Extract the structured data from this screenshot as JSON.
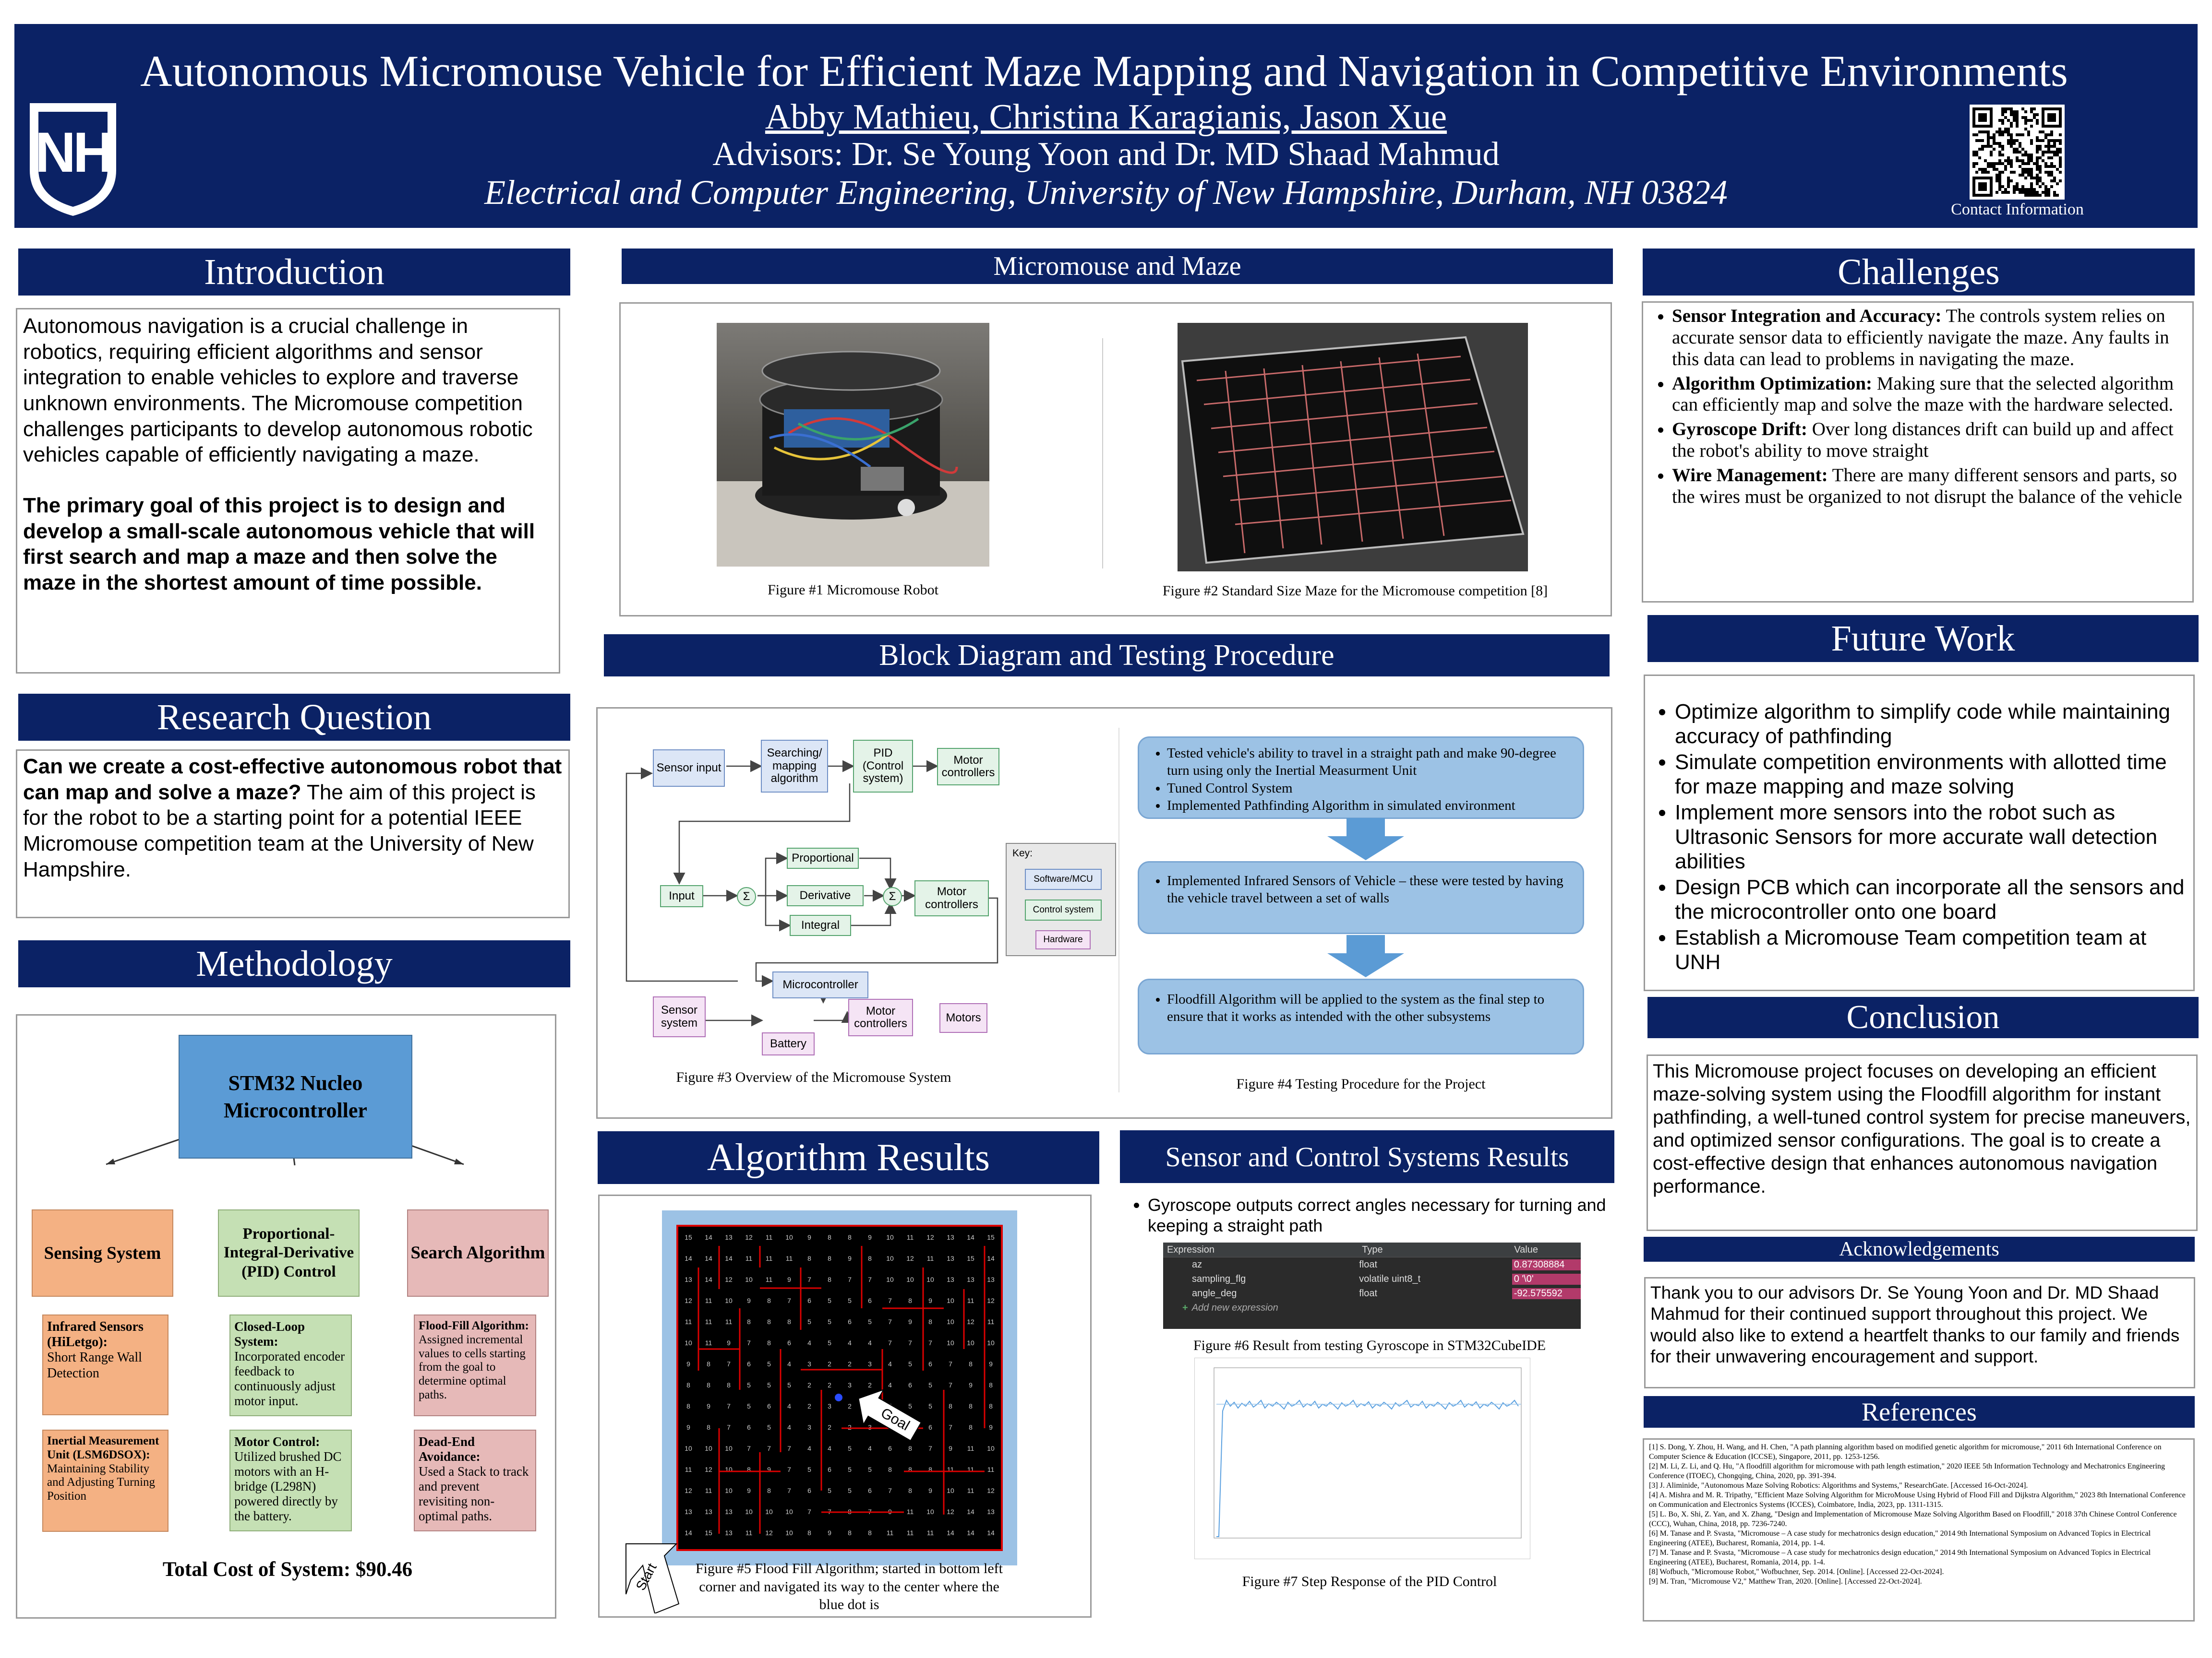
{
  "header": {
    "title": "Autonomous Micromouse Vehicle for Efficient Maze Mapping and Navigation in Competitive Environments",
    "authors": "Abby Mathieu, Christina Karagianis, Jason Xue",
    "advisors": "Advisors: Dr. Se Young Yoon and Dr. MD Shaad Mahmud",
    "affiliation": "Electrical and Computer Engineering, University of New Hampshire, Durham, NH 03824",
    "logo_text": "NH",
    "qr_caption": "Contact Information"
  },
  "introduction": {
    "heading": "Introduction",
    "p1": "Autonomous navigation is a crucial challenge in robotics, requiring efficient algorithms and sensor integration to enable vehicles to explore and traverse unknown environments. The Micromouse competition challenges participants to develop autonomous robotic vehicles capable of efficiently navigating a maze.",
    "p2": "The primary goal of this project is to design and develop a small-scale autonomous vehicle that will first search and map a maze and then solve the maze in the shortest amount of time possible."
  },
  "research": {
    "heading": "Research Question",
    "bold": "Can we create a cost-effective autonomous robot that can map and solve a maze?",
    "rest": "  The aim of this project is for the robot to be a starting point for a potential IEEE Micromouse competition team at the University of New Hampshire."
  },
  "methodology": {
    "heading": "Methodology",
    "top": "STM32 Nucleo Microcontroller",
    "sensing": "Sensing System",
    "pid": "Proportional-Integral-Derivative (PID) Control",
    "search": "Search Algorithm",
    "s1_title": "Infrared Sensors (HiLetgo):",
    "s1_body": "Short Range Wall Detection",
    "s2_title": "Inertial Measurement Unit (LSM6DSOX):",
    "s2_body": "Maintaining Stability and Adjusting Turning Position",
    "p1_title": "Closed-Loop System:",
    "p1_body": "Incorporated encoder feedback to continuously adjust motor input.",
    "p2_title": "Motor Control:",
    "p2_body": "Utilized brushed DC motors with an H-bridge (L298N) powered directly by the battery.",
    "a1_title": "Flood-Fill Algorithm:",
    "a1_body": "Assigned incremental values to cells starting from the goal to determine optimal paths.",
    "a2_title": "Dead-End Avoidance:",
    "a2_body": "Used a Stack to track and prevent revisiting non-optimal paths.",
    "cost": "Total Cost of System: $90.46"
  },
  "micromouse": {
    "heading": "Micromouse and Maze",
    "fig1": "Figure #1  Micromouse Robot",
    "fig2": "Figure #2 Standard Size Maze for the Micromouse competition [8]"
  },
  "block": {
    "heading": "Block Diagram and Testing Procedure",
    "n_sensor_input": "Sensor input",
    "n_search": "Searching/ mapping algorithm",
    "n_pid": "PID (Control system)",
    "n_motor1": "Motor controllers",
    "n_input": "Input",
    "n_prop": "Proportional",
    "n_deriv": "Derivative",
    "n_integ": "Integral",
    "n_motor2": "Motor controllers",
    "n_sigma1": "Σ",
    "n_sigma2": "Σ",
    "n_micro": "Microcontroller",
    "n_sensor_sys": "Sensor system",
    "n_motor3": "Motor controllers",
    "n_motors": "Motors",
    "n_battery": "Battery",
    "key_title": "Key:",
    "key_sw": "Software/MCU",
    "key_ctrl": "Control system",
    "key_hw": "Hardware",
    "fig3": "Figure #3 Overview of the Micromouse System",
    "step1": [
      "Tested vehicle's ability to travel in a straight path and make 90-degree turn using only the Inertial Measurment Unit",
      "Tuned Control System",
      "Implemented Pathfinding Algorithm in simulated environment"
    ],
    "step2": "Implemented Infrared Sensors of Vehicle – these were tested by having the vehicle travel between a set of walls",
    "step3": "Floodfill Algorithm will be applied to the system as the final step to ensure that it works as intended with the other subsystems",
    "fig4": "Figure #4 Testing Procedure for the Project"
  },
  "algorithm": {
    "heading": "Algorithm Results",
    "goal": "Goal",
    "start": "Start",
    "fig5": "Figure #5 Flood Fill Algorithm; started in bottom left corner and navigated its way to the center where the blue dot is"
  },
  "sensor_results": {
    "heading": "Sensor and Control Systems Results",
    "bullet": "Gyroscope outputs correct angles necessary for turning and keeping a straight path",
    "table_headers": [
      "Expression",
      "Type",
      "Value"
    ],
    "rows": [
      {
        "expr": "az",
        "type": "float",
        "value": "0.87308884"
      },
      {
        "expr": "sampling_flg",
        "type": "volatile uint8_t",
        "value": "0 '\\0'"
      },
      {
        "expr": "angle_deg",
        "type": "float",
        "value": "-92.575592"
      }
    ],
    "add_expr": "Add new expression",
    "fig6": "Figure #6 Result from testing Gyroscope in STM32CubeIDE",
    "fig7": "Figure #7 Step Response of the PID Control"
  },
  "challenges": {
    "heading": "Challenges",
    "items": [
      {
        "title": "Sensor Integration and Accuracy:",
        "body": " The controls system relies on accurate sensor data to efficiently navigate the maze.  Any faults in this data can lead to problems in navigating the maze."
      },
      {
        "title": "Algorithm Optimization:",
        "body": " Making sure that the selected algorithm can efficiently map and solve the maze with the hardware selected."
      },
      {
        "title": "Gyroscope Drift:",
        "body": " Over long distances drift can build up and affect the robot's ability to move straight"
      },
      {
        "title": "Wire Management:",
        "body": " There are many different sensors and parts, so the wires must be organized to not disrupt the balance of the vehicle"
      }
    ]
  },
  "future": {
    "heading": "Future Work",
    "items": [
      "Optimize algorithm to simplify code while maintaining accuracy of pathfinding",
      "Simulate competition environments with allotted time for maze  mapping and  maze solving",
      "Implement more sensors into the robot such as Ultrasonic Sensors for more accurate wall detection abilities",
      "Design PCB which can incorporate all the sensors and the microcontroller onto one board",
      "Establish a Micromouse Team competition team at UNH"
    ]
  },
  "conclusion": {
    "heading": "Conclusion",
    "text": "This Micromouse project focuses on developing an efficient maze-solving system using the Floodfill algorithm for instant pathfinding, a well-tuned control system for precise maneuvers, and optimized sensor configurations. The goal is to create a cost-effective design that enhances autonomous navigation performance."
  },
  "ack": {
    "heading": "Acknowledgements",
    "text": "Thank you to our advisors Dr. Se Young Yoon and Dr. MD Shaad Mahmud for their continued support throughout this project. We would also like to extend a heartfelt thanks to our family and friends for their unwavering encouragement and support."
  },
  "references": {
    "heading": "References",
    "items": [
      "[1] S. Dong, Y. Zhou, H. Wang, and H. Chen, \"A path planning algorithm based on modified genetic algorithm for micromouse,\" 2011 6th International Conference on Computer Science & Education (ICCSE), Singapore, 2011, pp. 1253-1256.",
      "[2] M. Li, Z. Li, and Q. Hu, \"A floodfill algorithm for micromouse with path length estimation,\" 2020 IEEE 5th Information Technology and Mechatronics Engineering Conference (ITOEC), Chongqing, China, 2020, pp. 391-394.",
      "[3] J. Aliminide, \"Autonomous Maze Solving Robotics: Algorithms and Systems,\" ResearchGate. [Accessed 16-Oct-2024].",
      "[4] A. Mishra and M. R. Tripathy, \"Efficient Maze Solving Algorithm for MicroMouse Using Hybrid of Flood Fill and Dijkstra Algorithm,\" 2023 8th International Conference on Communication and Electronics Systems (ICCES), Coimbatore, India, 2023, pp. 1311-1315.",
      "[5] L. Bo, X. Shi, Z. Yan, and X. Zhang, \"Design and Implementation of Micromouse Maze Solving Algorithm Based on Floodfill,\" 2018 37th Chinese Control Conference (CCC), Wuhan, China, 2018, pp. 7236-7240.",
      "[6] M. Tanase and P. Svasta, \"Micromouse – A case study for mechatronics design education,\" 2014 9th International Symposium on Advanced Topics in Electrical Engineering (ATEE), Bucharest, Romania, 2014, pp. 1-4.",
      "[7] M. Tanase and P. Svasta, \"Micromouse – A case study for mechatronics design education,\" 2014 9th International Symposium on Advanced Topics in Electrical Engineering (ATEE), Bucharest, Romania, 2014, pp. 1-4.",
      "[8] Wofbuch, \"Micromouse Robot,\" Wofbuchner, Sep. 2014. [Online]. [Accessed 22-Oct-2024].",
      "[9] M. Tran, \"Micromouse V2,\" Matthew Tran, 2020. [Online]. [Accessed 22-Oct-2024]."
    ]
  }
}
